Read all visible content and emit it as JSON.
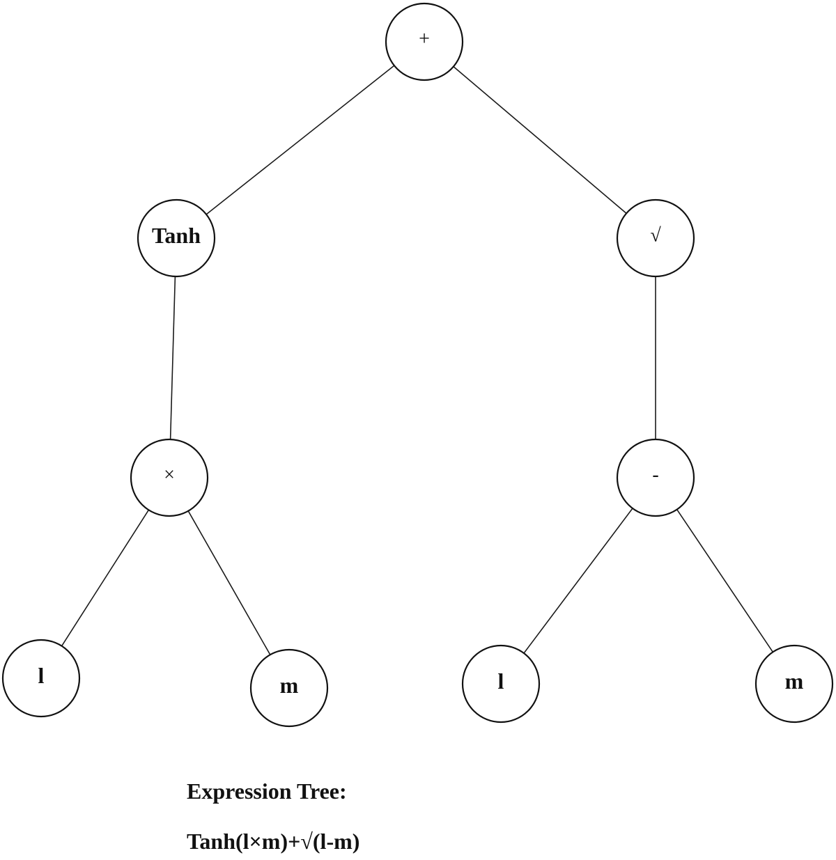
{
  "tree": {
    "nodes": [
      {
        "id": "root",
        "label": "+",
        "kind": "operator"
      },
      {
        "id": "tanh",
        "label": "Tanh",
        "kind": "function"
      },
      {
        "id": "sqrt",
        "label": "√",
        "kind": "operator"
      },
      {
        "id": "times",
        "label": "×",
        "kind": "operator"
      },
      {
        "id": "minus",
        "label": "-",
        "kind": "operator"
      },
      {
        "id": "l1",
        "label": "l",
        "kind": "variable"
      },
      {
        "id": "m1",
        "label": "m",
        "kind": "variable"
      },
      {
        "id": "l2",
        "label": "l",
        "kind": "variable"
      },
      {
        "id": "m2",
        "label": "m",
        "kind": "variable"
      }
    ],
    "edges": [
      [
        "root",
        "tanh"
      ],
      [
        "root",
        "sqrt"
      ],
      [
        "tanh",
        "times"
      ],
      [
        "sqrt",
        "minus"
      ],
      [
        "times",
        "l1"
      ],
      [
        "times",
        "m1"
      ],
      [
        "minus",
        "l2"
      ],
      [
        "minus",
        "m2"
      ]
    ]
  },
  "caption": {
    "title": "Expression Tree:",
    "expression": "Tanh(l×m)+√(l-m)"
  }
}
